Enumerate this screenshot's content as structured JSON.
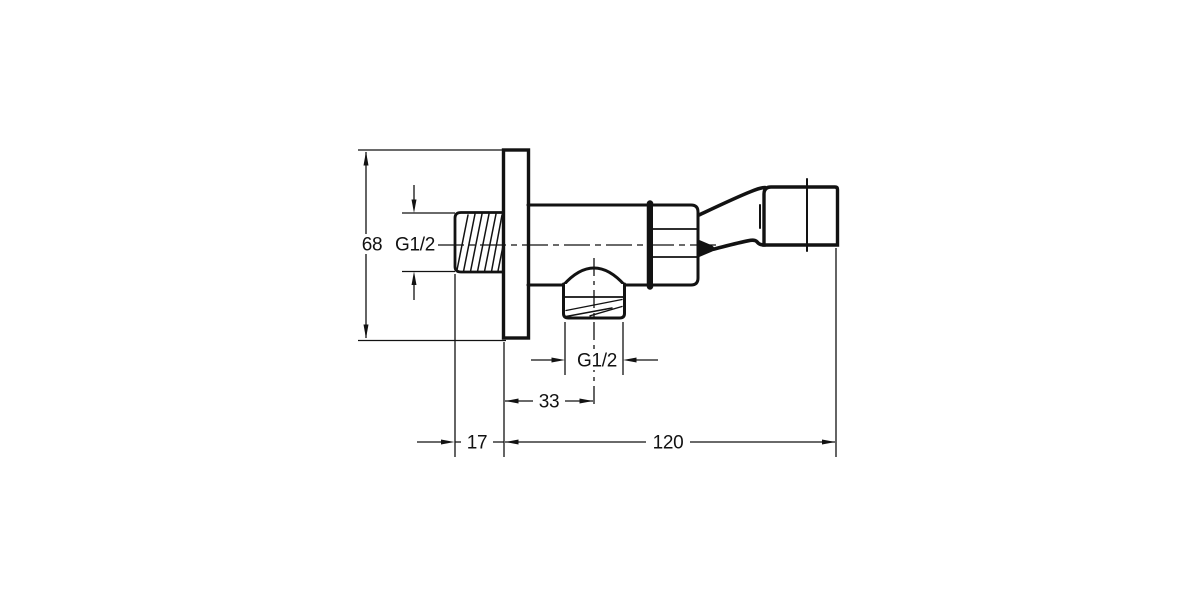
{
  "drawing": {
    "colors": {
      "line": "#121212",
      "background": "#ffffff"
    },
    "labels": {
      "height": "68",
      "inlet_thread": "G1/2",
      "outlet_thread": "G1/2",
      "outlet_offset": "33",
      "wall_distance": "17",
      "projection": "120"
    }
  }
}
